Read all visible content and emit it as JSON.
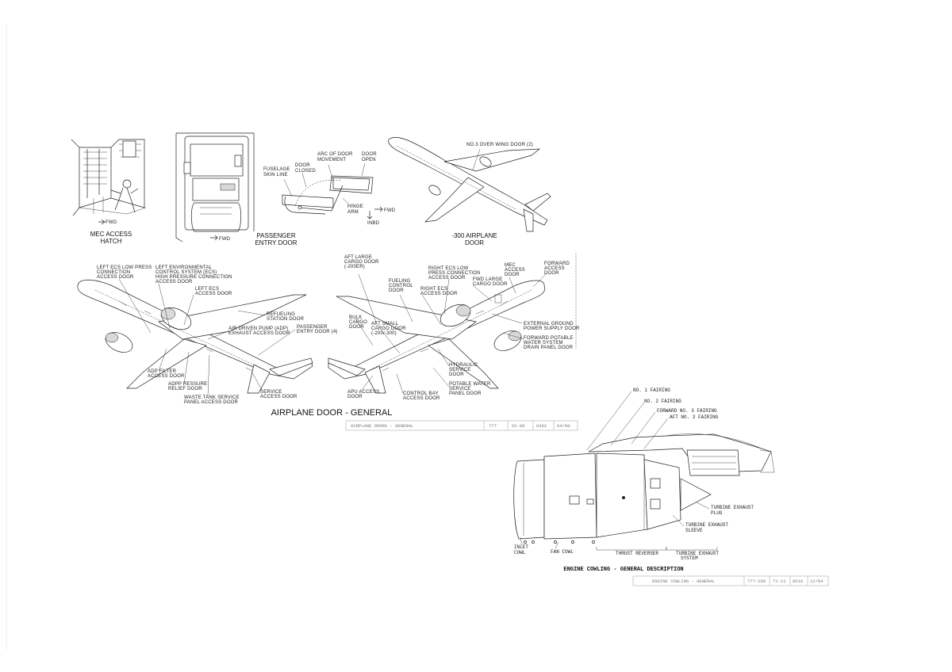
{
  "panels": {
    "mec": {
      "caption_1": "MEC ACCESS",
      "caption_2": "HATCH",
      "fwd": "FWD"
    },
    "passenger": {
      "caption_1": "PASSENGER",
      "caption_2": "ENTRY DOOR",
      "fwd": "FWD"
    },
    "door_detail": {
      "fuselage_skin_line": [
        "FUSELAGE",
        "SKIN LINE"
      ],
      "door_closed": [
        "DOOR",
        "CLOSED"
      ],
      "arc_of_door": [
        "ARC OF DOOR",
        "MOVEMENT"
      ],
      "door_open": [
        "DOOR",
        "OPEN"
      ],
      "hinge_arm": [
        "HINGE",
        "ARM"
      ],
      "fwd": "FWD",
      "inbd": "INBD"
    },
    "airplane_300": {
      "caption_1": "-300 AIRPLANE",
      "caption_2": "DOOR",
      "over_wing": "NO.3 OVER WING DOOR (2)"
    }
  },
  "left_view": {
    "labels": {
      "left_ecs_low": [
        "LEFT ECS LOW PRESS",
        "CONNECTION",
        "ACCESS DOOR"
      ],
      "left_env": [
        "LEFT ENVIRONMENTAL",
        "CONTROL SYSTEM (ECS)",
        "HIGH PRESSURE CONNECTION",
        "ACCESS DOOR"
      ],
      "left_ecs_access": [
        "LEFT ECS",
        "ACCESS DOOR"
      ],
      "refueling": [
        "REFUELING",
        "STATION DOOR"
      ],
      "adp_exhaust": [
        "AIR DRIVEN PUMP (ADP)",
        "EXHAUST ACCESS DOOR"
      ],
      "passenger_entry": [
        "PASSENGER",
        "ENTRY DOOR (4)"
      ],
      "adp_filter": [
        "ADP FILTER",
        "ACCESS DOOR"
      ],
      "adp_pressure": [
        "ADPP RESSURE",
        "RELIEF DOOR"
      ],
      "waste_tank": [
        "WASTE TANK SERVICE",
        "PANEL ACCESS DOOR"
      ],
      "service_access": [
        "SERVICE",
        "ACCESS DOOR"
      ]
    }
  },
  "right_view": {
    "labels": {
      "aft_large_cargo": [
        "AFT LARGE",
        "CARGO DOOR",
        "(-200ER)"
      ],
      "right_ecs_low": [
        "RIGHT ECS LOW",
        "PRESS CONNECTION",
        "ACCESS DOOR"
      ],
      "mec_access": [
        "MEC",
        "ACCESS",
        "DOOR"
      ],
      "forward_access": [
        "FORWARD",
        "ACCESS",
        "DOOR"
      ],
      "fueling_control": [
        "FUELING",
        "CONTROL",
        "DOOR"
      ],
      "fwd_large_cargo": [
        "FWD LARGE",
        "CARGO DOOR"
      ],
      "right_ecs_access": [
        "RIGHT ECS",
        "ACCESS DOOR"
      ],
      "bulk_cargo": [
        "BULK",
        "CARGO",
        "DOOR"
      ],
      "aft_small_cargo": [
        "AFT SMALL",
        "CARGO DOOR",
        "(-200/-300)"
      ],
      "external_ground": [
        "EXTERNAL GROUND",
        "POWER SUPPLY DOOR"
      ],
      "forward_potable": [
        "FORWARD POTABLE",
        "WATER SYSTEM",
        "DRAIN PANEL DOOR"
      ],
      "hydraulic_service": [
        "HYDRAULIC",
        "SERVICE",
        "DOOR"
      ],
      "potable_water": [
        "POTABLE WATER",
        "SERVICE",
        "PANEL DOOR"
      ],
      "apu_access": [
        "APU ACCESS",
        "DOOR"
      ],
      "control_bay": [
        "CONTROL BAY",
        "ACCESS DOOR"
      ]
    }
  },
  "airplane_title": "AIRPLANE DOOR - GENERAL",
  "title_block_1": [
    "AIRPLANE DOORS - GENERAL",
    "777",
    "52-00",
    "0301",
    "04/90"
  ],
  "engine": {
    "labels": {
      "no1": "NO. 1 FAIRING",
      "no2": "NO. 2 FAIRING",
      "fwd3": "FORWARD NO. 3 FAIRING",
      "aft3": "AFT NO. 3 FAIRING",
      "plug": [
        "TURBINE EXHAUST",
        "PLUG"
      ],
      "sleeve": [
        "TURBINE EXHAUST",
        "SLEEVE"
      ],
      "inlet": [
        "INLET",
        "COWL"
      ],
      "fan": "FAN COWL",
      "reverser": "THRUST REVERSER",
      "system": [
        "TURBINE EXHAUST",
        "SYSTEM"
      ]
    },
    "title": "ENGINE COWLING - GENERAL DESCRIPTION",
    "title_block": [
      "ENGINE COWLING - GENERAL",
      "777-200",
      "71-11",
      "0010",
      "12/94"
    ]
  }
}
